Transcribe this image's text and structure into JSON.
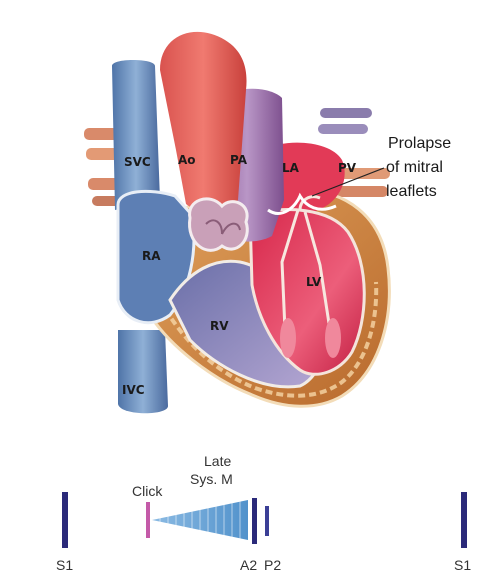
{
  "heart": {
    "labels": {
      "svc": "SVC",
      "ao": "Ao",
      "pa": "PA",
      "la": "LA",
      "pv": "PV",
      "ra": "RA",
      "lv": "LV",
      "rv": "RV",
      "ivc": "IVC"
    },
    "annotation": {
      "line1": "Prolapse",
      "line2": "of mitral",
      "line3": "leaflets"
    }
  },
  "phonocardiogram": {
    "click": "Click",
    "murmur_line1": "Late",
    "murmur_line2": "Sys. M",
    "s1_first": "S1",
    "a2": "A2",
    "p2": "P2",
    "s1_second": "S1",
    "colors": {
      "heart_sound": "#2b2a7a",
      "click": "#c45aa8",
      "murmur": "#5d9fd6"
    }
  }
}
